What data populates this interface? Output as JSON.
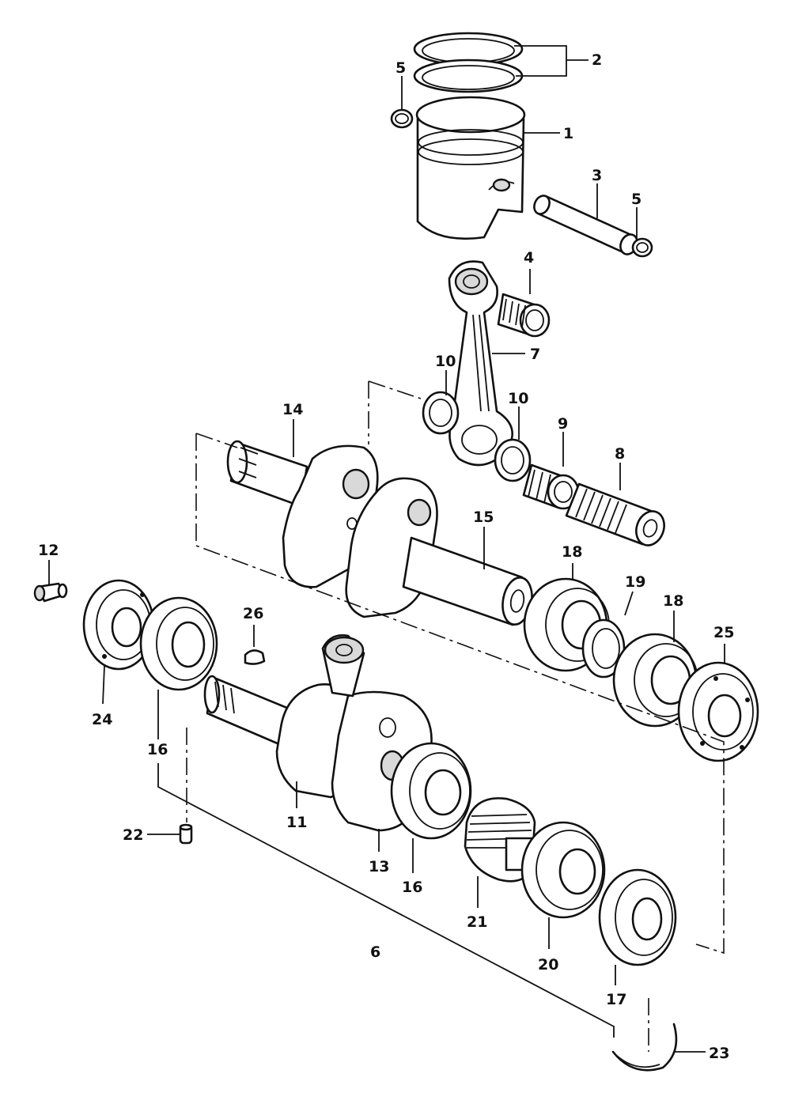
{
  "callouts": {
    "c1": "1",
    "c2": "2",
    "c3": "3",
    "c4": "4",
    "c5a": "5",
    "c5b": "5",
    "c6": "6",
    "c7": "7",
    "c8": "8",
    "c9": "9",
    "c10a": "10",
    "c10b": "10",
    "c11": "11",
    "c12": "12",
    "c13": "13",
    "c14": "14",
    "c15": "15",
    "c16a": "16",
    "c16b": "16",
    "c17": "17",
    "c18a": "18",
    "c18b": "18",
    "c19": "19",
    "c20": "20",
    "c21": "21",
    "c22": "22",
    "c23": "23",
    "c24": "24",
    "c25": "25",
    "c26": "26"
  }
}
